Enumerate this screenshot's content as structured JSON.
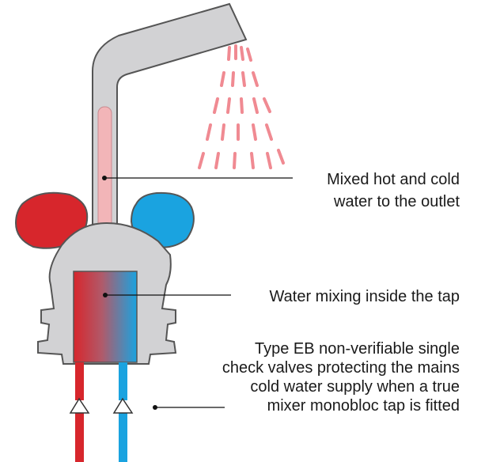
{
  "diagram": {
    "labels": {
      "outlet": [
        "Mixed hot and cold",
        "water to the outlet"
      ],
      "mixing": "Water mixing inside the tap",
      "valves": [
        "Type EB non-verifiable single",
        "check valves protecting the mains",
        "cold water supply when a true",
        "mixer monobloc tap is fitted"
      ]
    },
    "colors": {
      "hot": "#d7262c",
      "cold": "#1aa3e0",
      "mixed": "#f2b5b8",
      "spray": "#f08a92",
      "tap_body": "#d2d2d4",
      "outline": "#555555",
      "leader": "#111111"
    }
  }
}
